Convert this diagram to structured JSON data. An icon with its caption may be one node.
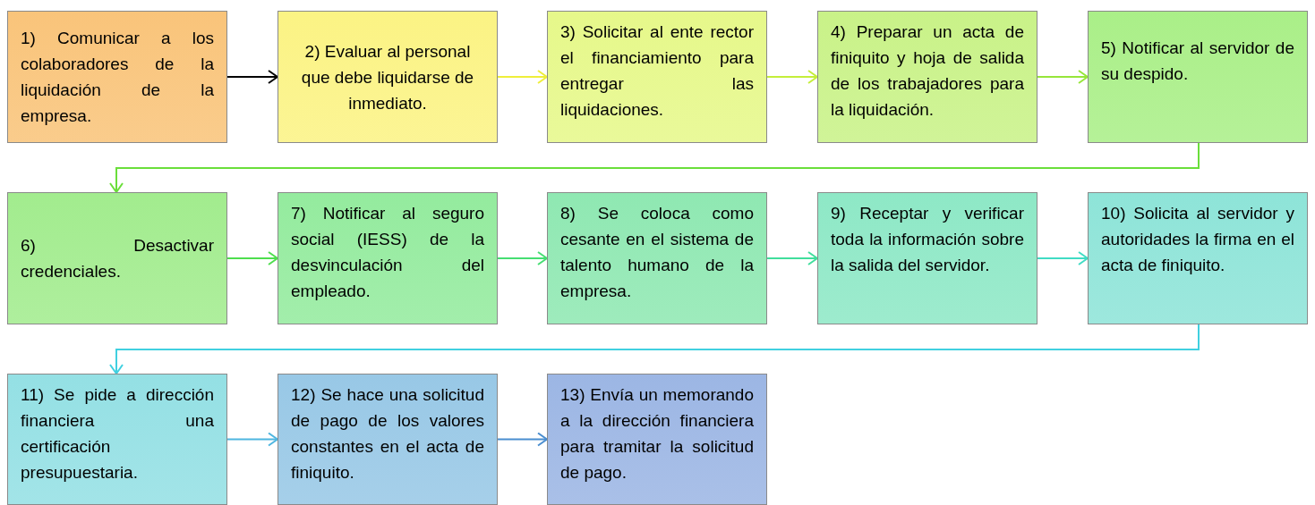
{
  "diagram": {
    "nodes": [
      {
        "text": [
          "1) Comunicar a los colaboradores de la liquidación de la empresa."
        ]
      },
      {
        "text": [
          "2) Evaluar al personal que debe liquidarse de inmediato."
        ]
      },
      {
        "text": [
          "3) Solicitar al ente rector el financiamiento para entregar las liquidaciones."
        ]
      },
      {
        "text": [
          "4) Preparar un acta de finiquito y hoja de salida de los trabajadores para la liquidación."
        ]
      },
      {
        "text": [
          "5) Notificar al servidor de su despido."
        ]
      },
      {
        "text": [
          "6) Desactivar credenciales."
        ]
      },
      {
        "text": [
          "7) Notificar al seguro social (IESS) de la desvinculación del empleado."
        ]
      },
      {
        "text": [
          "8) Se coloca como cesante en el sistema de talento humano de la empresa."
        ]
      },
      {
        "text": [
          "9) Receptar y verificar toda la información sobre la salida del servidor."
        ]
      },
      {
        "text": [
          "10) Solicita al servidor y autoridades la firma en el acta de finiquito."
        ]
      },
      {
        "text": [
          "11) Se pide a dirección financiera una certificación presupuestaria."
        ]
      },
      {
        "text": [
          "12) Se hace una solicitud de pago de los valores constantes en el acta de finiquito."
        ]
      },
      {
        "text": [
          "13) Envía un memorando a la dirección financiera para tramitar la solicitud de pago."
        ]
      }
    ],
    "edges": [
      {
        "from": 0,
        "to": 1,
        "arrow": "to",
        "color": "#000000"
      },
      {
        "from": 1,
        "to": 2,
        "arrow": "to",
        "color": "#eeee3a"
      },
      {
        "from": 2,
        "to": 3,
        "arrow": "to",
        "color": "#c4ee3a"
      },
      {
        "from": 3,
        "to": 4,
        "arrow": "to",
        "color": "#96e63a"
      },
      {
        "from": 4,
        "to": 5,
        "arrow": "to",
        "color": "#6ade3a"
      },
      {
        "from": 5,
        "to": 6,
        "arrow": "to",
        "color": "#4ede4e"
      },
      {
        "from": 6,
        "to": 7,
        "arrow": "to",
        "color": "#46de72"
      },
      {
        "from": 7,
        "to": 8,
        "arrow": "to",
        "color": "#40de9c"
      },
      {
        "from": 8,
        "to": 9,
        "arrow": "to",
        "color": "#40dcc4"
      },
      {
        "from": 9,
        "to": 10,
        "arrow": "to",
        "color": "#40d0e0"
      },
      {
        "from": 10,
        "to": 11,
        "arrow": "to",
        "color": "#4eb6e0"
      },
      {
        "from": 11,
        "to": 12,
        "arrow": "to",
        "color": "#4a8ed0"
      }
    ]
  }
}
